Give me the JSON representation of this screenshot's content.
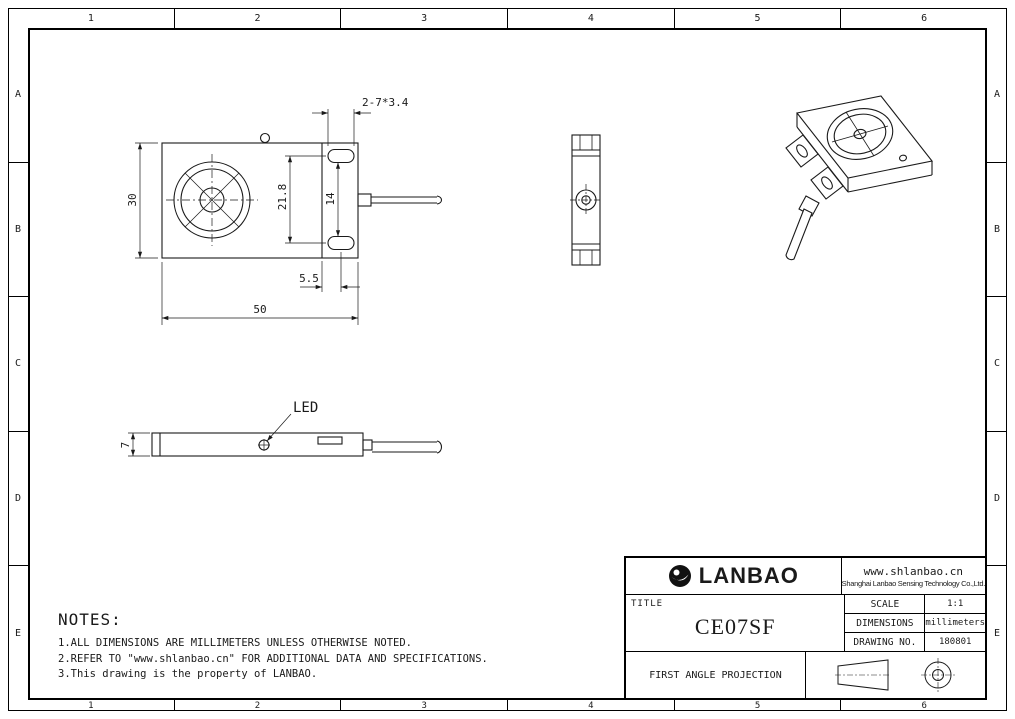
{
  "colors": {
    "ink": "#1a1a1a",
    "paper": "#ffffff"
  },
  "zones": {
    "columns": [
      "1",
      "2",
      "3",
      "4",
      "5",
      "6"
    ],
    "rows": [
      "A",
      "B",
      "C",
      "D",
      "E"
    ]
  },
  "drawing": {
    "front_view": {
      "hole_callout": "2-7*3.4",
      "height": "30",
      "slot_span": "21.8",
      "slot_width": "14",
      "slot_offset": "5.5",
      "length": "50"
    },
    "bottom_view": {
      "thickness": "7",
      "led_label": "LED"
    }
  },
  "notes": {
    "heading": "NOTES:",
    "items": [
      "1.ALL DIMENSIONS ARE MILLIMETERS UNLESS OTHERWISE NOTED.",
      "2.REFER TO \"www.shlanbao.cn\" FOR ADDITIONAL DATA AND SPECIFICATIONS.",
      "3.This drawing is the property of LANBAO."
    ]
  },
  "title_block": {
    "brand": "LANBAO",
    "website": "www.shlanbao.cn",
    "company": "Shanghai Lanbao Sensing Technology Co.,Ltd.",
    "title_label": "TITLE",
    "title_value": "CE07SF",
    "scale_label": "SCALE",
    "scale_value": "1:1",
    "dimensions_label": "DIMENSIONS",
    "dimensions_value": "millimeters",
    "drawing_no_label": "DRAWING NO.",
    "drawing_no_value": "180801",
    "projection_label": "FIRST ANGLE PROJECTION"
  }
}
